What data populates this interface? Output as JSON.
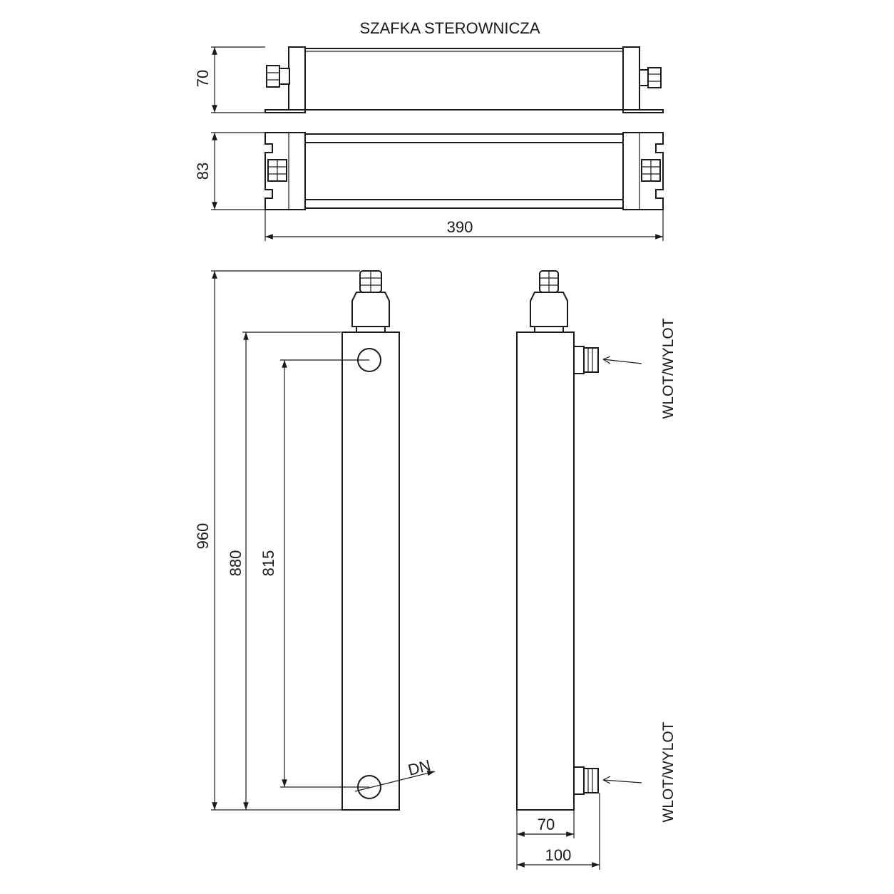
{
  "title": "SZAFKA STEROWNICZA",
  "dimensions": {
    "cabinet_height_side": "70",
    "cabinet_height_top": "83",
    "cabinet_length": "390",
    "total_height": "960",
    "pipe_length": "880",
    "port_spacing": "815",
    "port_diameter": "DN",
    "port_offset": "70",
    "total_depth": "100"
  },
  "labels": {
    "port_upper": "WLOT/WYLOT",
    "port_lower": "WLOT/WYLOT"
  },
  "colors": {
    "line": "#1a1a1a",
    "background": "#ffffff"
  }
}
